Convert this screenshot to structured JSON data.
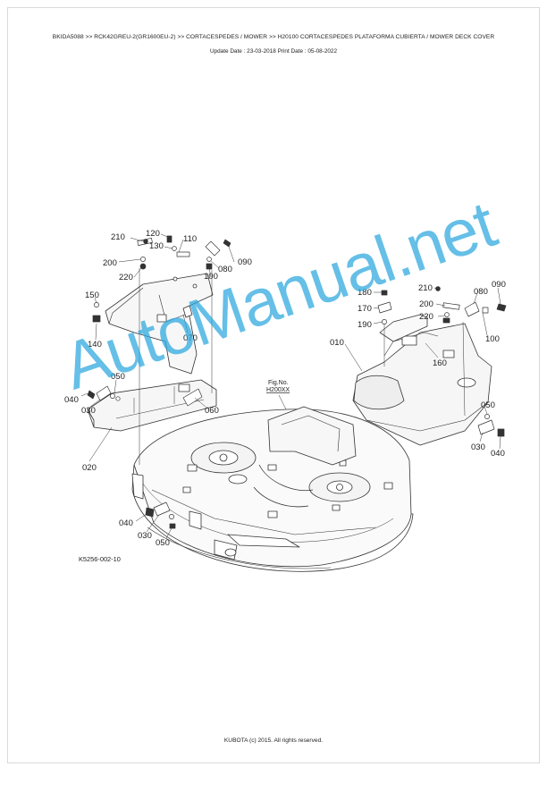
{
  "header": {
    "title": "BKIDA5088 >> RCK42GREU-2(GR1600EU-2) >> CORTACESPEDES / MOWER >> H20100   CORTACESPEDES PLATAFORMA CUBIERTA / MOWER DECK COVER",
    "dates": "Update Date : 23-03-2018   Print Date : 05-08-2022"
  },
  "diagram": {
    "figure_code": "K5256-002-10",
    "fig_ref": [
      "Fig.No.",
      "H200XX"
    ],
    "callouts": {
      "c210a": "210",
      "c120": "120",
      "c130": "130",
      "c110": "110",
      "c200a": "200",
      "c220a": "220",
      "c090a": "090",
      "c080a": "080",
      "c100a": "100",
      "c150": "150",
      "c140": "140",
      "c070": "070",
      "c050a": "050",
      "c040a": "040",
      "c030a": "030",
      "c060": "060",
      "c020": "020",
      "c040b": "040",
      "c030b": "030",
      "c050b": "050",
      "c180": "180",
      "c170": "170",
      "c190": "190",
      "c210b": "210",
      "c200b": "200",
      "c220b": "220",
      "c080b": "080",
      "c090b": "090",
      "c100b": "100",
      "c010": "010",
      "c160": "160",
      "c050c": "050",
      "c030c": "030",
      "c040c": "040"
    }
  },
  "watermark": "AutoManual.net",
  "footer": "KUBOTA (c) 2015. All rights reserved."
}
